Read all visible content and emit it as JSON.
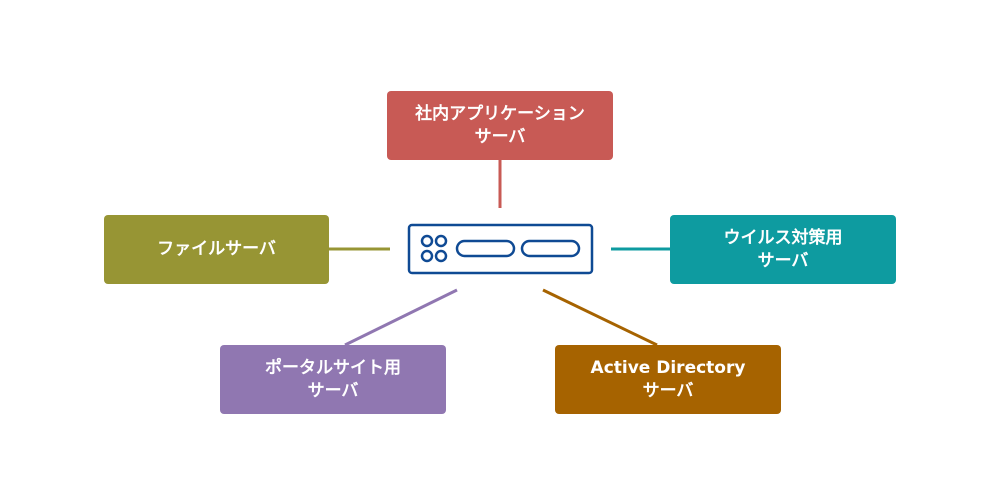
{
  "diagram": {
    "type": "network-topology",
    "center": {
      "icon": "server-rack-icon",
      "color": "#0f4a94"
    },
    "nodes": [
      {
        "id": "app",
        "line1": "社内アプリケーション",
        "line2": "サーバ",
        "color": "#c85a55"
      },
      {
        "id": "file",
        "line1": "ファイルサーバ",
        "line2": "",
        "color": "#979534"
      },
      {
        "id": "virus",
        "line1": "ウイルス対策用",
        "line2": "サーバ",
        "color": "#0e9ba0"
      },
      {
        "id": "portal",
        "line1": "ポータルサイト用",
        "line2": "サーバ",
        "color": "#9077b1"
      },
      {
        "id": "ad",
        "line1": "Active Directory",
        "line2": "サーバ",
        "color": "#a66300"
      }
    ]
  }
}
